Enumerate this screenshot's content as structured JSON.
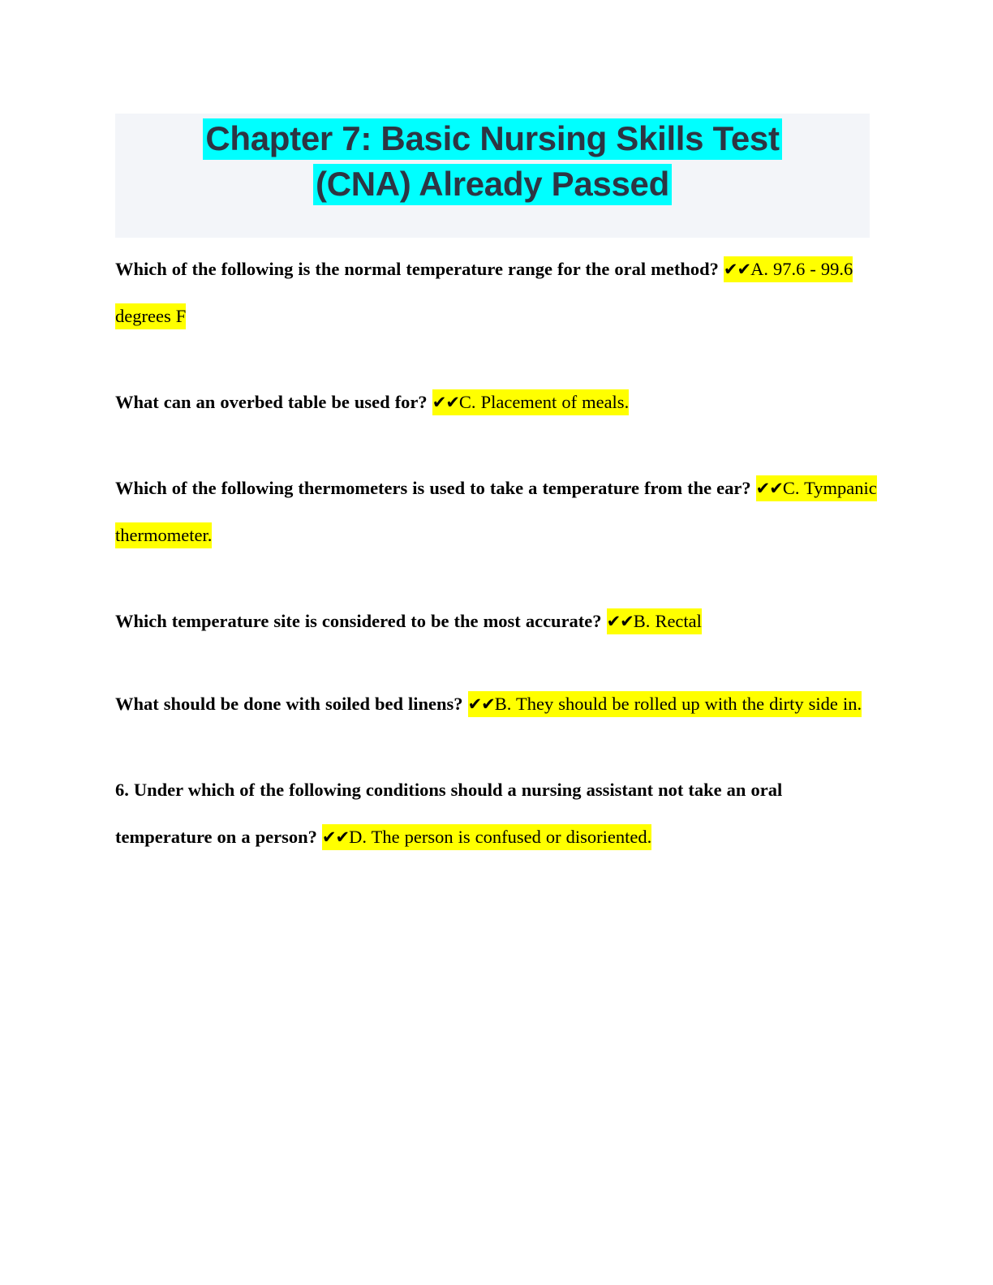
{
  "document": {
    "title_lines": [
      "Chapter 7: Basic Nursing Skills Test",
      "(CNA) Already Passed"
    ],
    "title_highlight_color": "#00ffff",
    "title_text_color": "#2d3543",
    "header_band_color": "#f3f5f9",
    "answer_highlight_color": "#ffff00",
    "check_mark": "✔✔",
    "questions": [
      {
        "number": "",
        "question": "Which of the following is the normal temperature range for the oral method?",
        "answer": "A. 97.6 - 99.6 degrees F"
      },
      {
        "number": "",
        "question": "What can an overbed table be used for?",
        "answer": "C. Placement of meals."
      },
      {
        "number": "",
        "question": "Which of the following thermometers is used to take a temperature from the ear?",
        "answer": "C. Tympanic thermometer."
      },
      {
        "number": "",
        "question": "Which temperature site is considered to be the most accurate?",
        "answer": "B. Rectal"
      },
      {
        "number": "",
        "question": "What should be done with soiled bed linens?",
        "answer": "B. They should be rolled up with the dirty side in."
      },
      {
        "number": "6.",
        "question": "6. Under which of the following conditions should a nursing assistant not take an oral temperature on a person?",
        "answer": "D. The person is confused or disoriented."
      }
    ]
  }
}
